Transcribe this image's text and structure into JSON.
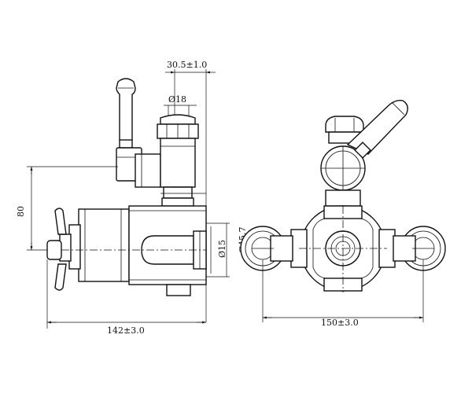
{
  "dimensions": {
    "top_offset": "30.5±1.0",
    "diameter_18": "Ø18",
    "height_80": "80",
    "diameter_15": "Ø15",
    "diameter_45_7": "Ø45.7",
    "width_142": "142±3.0",
    "width_150": "150±3.0"
  }
}
